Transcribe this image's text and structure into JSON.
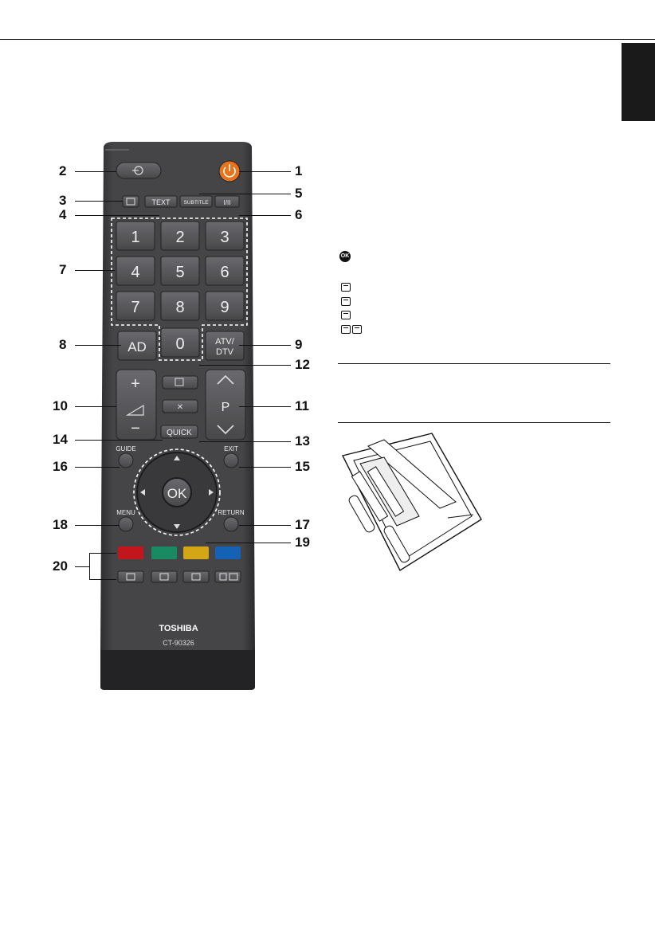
{
  "remote": {
    "brand": "TOSHIBA",
    "model": "CT-90326",
    "keys": {
      "digits": [
        "1",
        "2",
        "3",
        "4",
        "5",
        "6",
        "7",
        "8",
        "9",
        "0"
      ],
      "text": "TEXT",
      "subtitle": "SUBTITLE",
      "audio": "I/II",
      "ad": "AD",
      "atv_dtv": "ATV/\nDTV",
      "volume_plus": "+",
      "volume_minus": "−",
      "program": "P",
      "quick": "QUICK",
      "guide": "GUIDE",
      "exit": "EXIT",
      "menu": "MENU",
      "return": "RETURN",
      "ok": "OK"
    },
    "colors": {
      "body": "#3b3b3d",
      "button": "#555558",
      "red": "#c3161c",
      "green": "#1a8a63",
      "yellow": "#d4a514",
      "blue": "#1561b3",
      "power": "#e7741c"
    }
  },
  "callouts": [
    "1",
    "2",
    "3",
    "4",
    "5",
    "6",
    "7",
    "8",
    "9",
    "10",
    "11",
    "12",
    "13",
    "14",
    "15",
    "16",
    "17",
    "18",
    "19",
    "20"
  ],
  "legend": {
    "ok_icon": "OK"
  }
}
